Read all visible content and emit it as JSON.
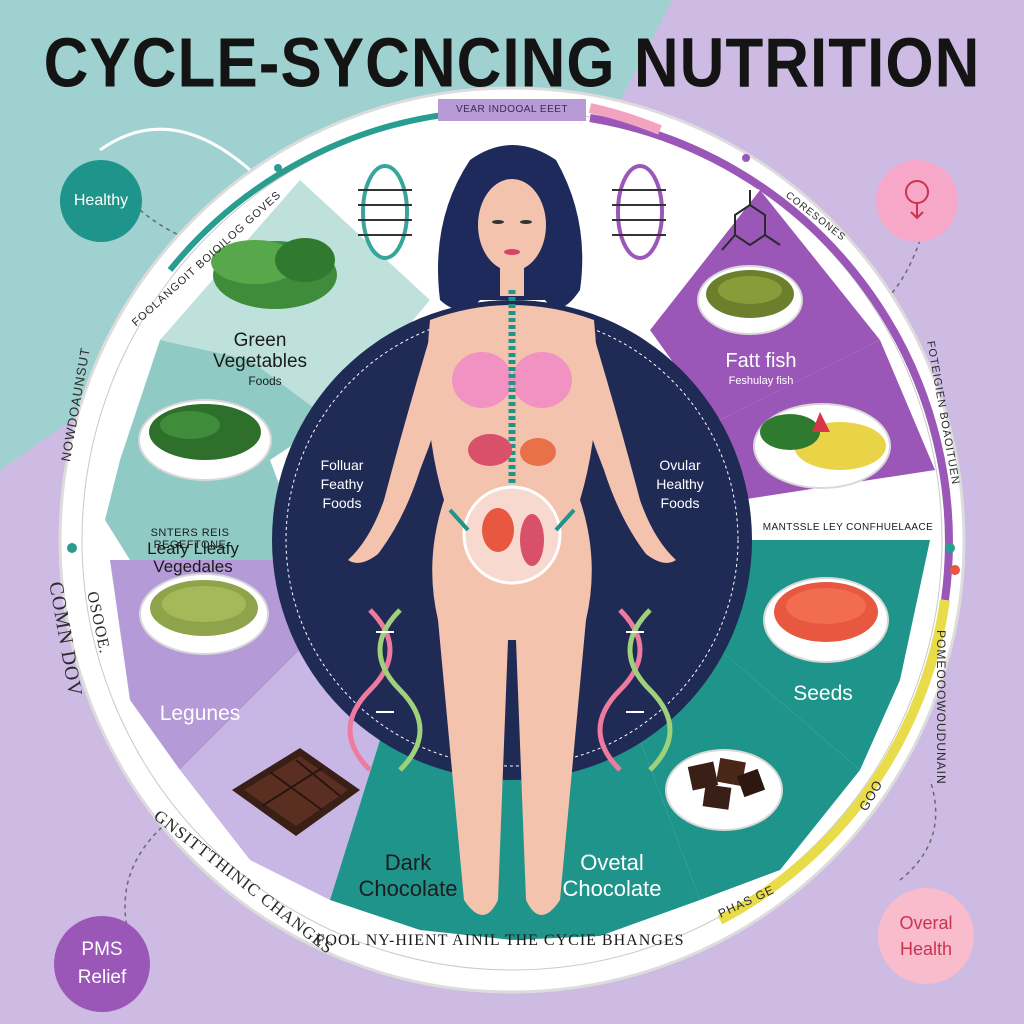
{
  "title": "CYCLE-SYCNCING NUTRITION",
  "top_tag": "VEAR INDOOAL EEET",
  "corners": {
    "healthy": "Healthy",
    "pms_line1": "PMS",
    "pms_line2": "Relief",
    "overall_line1": "Overal",
    "overall_line2": "Health"
  },
  "segments": {
    "green_vegetables": "Green Vegetables",
    "green_sub": "Foods",
    "leafy_small": "SNTERS REIS REGEFTONE",
    "leafy": "Leafy Lleafy Vegedales",
    "legumes": "Legunes",
    "dark_chocolate": "Dark Chocolate",
    "ovetal_chocolate": "Ovetal Chocolate",
    "seeds": "Seeds",
    "fatt_fish": "Fatt fish",
    "fatt_fish_sub": "Feshulay fish",
    "lentil_band": "MANTSSLE LEY CONFHUELAACE"
  },
  "center": {
    "follicular": "Folluar Feathy Foods",
    "ovular": "Ovular Healthy Foods"
  },
  "ring_text": {
    "left1": "NOWDOAUNSUT",
    "left2": "COMN DOV",
    "left3": "OSOOE.",
    "left4": "GNSITTTHINIC CHANGES",
    "top_left": "FOOLANGOIT BOIOILOG GOVES",
    "top_right": "CORESONES",
    "right1": "FOTEIGIEN BOAOITUEN",
    "right2": "POMEOOOWOUDUNAIN",
    "right3": "GOO",
    "right4": "PHAS GE",
    "bottom": "FOOL NY-HIENT AINIL THE CYCIE BHANGES"
  },
  "colors": {
    "teal": "#1f948a",
    "purple": "#9a57b7",
    "lavender": "#b79ad6",
    "navy": "#1f2a55",
    "pink": "#f7a8c8",
    "skin": "#f3c3ad"
  }
}
